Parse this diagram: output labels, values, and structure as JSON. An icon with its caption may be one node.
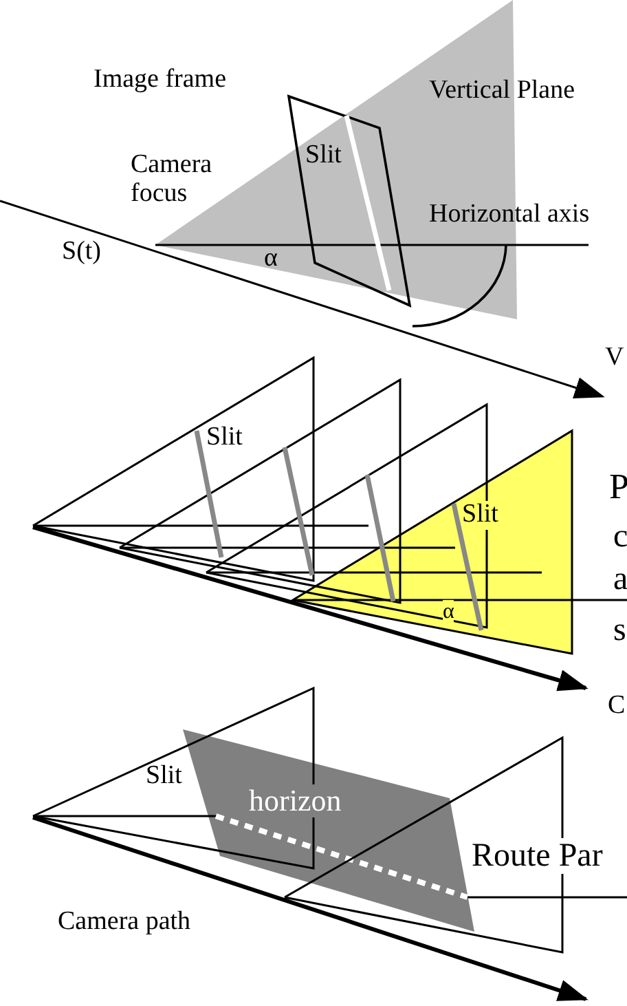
{
  "diagram": {
    "labels": [
      "Image frame",
      "Vertical Plane",
      "Slit",
      "Camera focus",
      "Horizontal axis",
      "S(t)",
      "α",
      "V",
      "Slit",
      "P",
      "Slit",
      "c",
      "a",
      "α",
      "s",
      "C",
      "Slit",
      "horizon",
      "Route Par",
      "Camera path"
    ]
  }
}
